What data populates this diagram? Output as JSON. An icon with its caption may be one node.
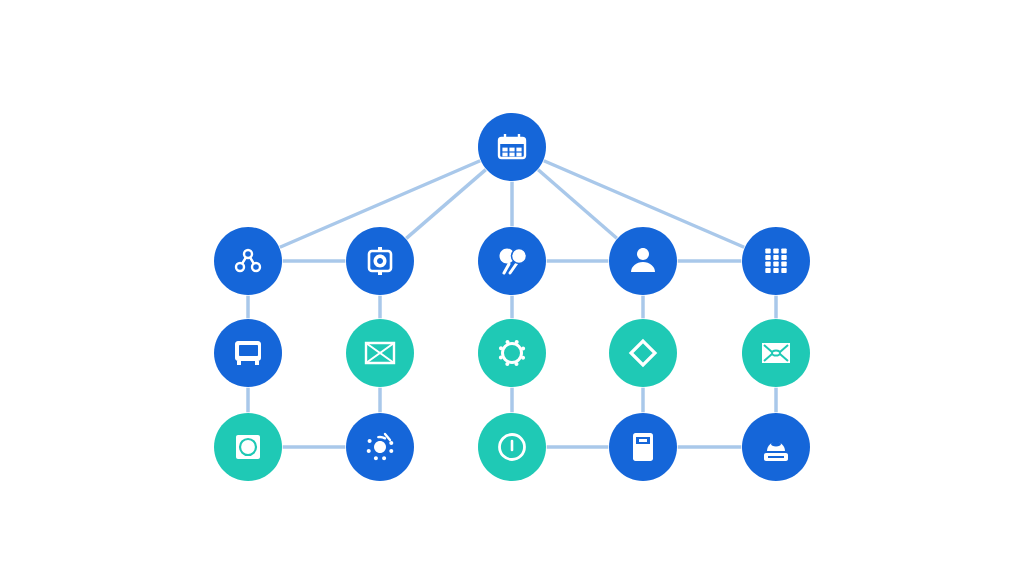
{
  "diagram": {
    "nodes": [
      {
        "text": [],
        "shape": "circle"
      },
      {
        "text": [],
        "shape": "circle"
      },
      {
        "text": [],
        "shape": "circle"
      },
      {
        "text": [],
        "shape": "circle"
      },
      {
        "text": [],
        "shape": "circle"
      },
      {
        "text": [],
        "shape": "circle"
      },
      {
        "text": [],
        "shape": "circle"
      },
      {
        "text": [],
        "shape": "circle"
      },
      {
        "text": [],
        "shape": "circle"
      },
      {
        "text": [],
        "shape": "circle"
      },
      {
        "text": [],
        "shape": "circle"
      },
      {
        "text": [],
        "shape": "circle"
      },
      {
        "text": [],
        "shape": "circle"
      },
      {
        "text": [],
        "shape": "circle"
      },
      {
        "text": [],
        "shape": "circle"
      },
      {
        "text": [],
        "shape": "circle"
      }
    ],
    "edges": [
      {
        "from": 0,
        "to": 1,
        "arrow": "none"
      },
      {
        "from": 0,
        "to": 2,
        "arrow": "none"
      },
      {
        "from": 0,
        "to": 3,
        "arrow": "none"
      },
      {
        "from": 0,
        "to": 4,
        "arrow": "none"
      },
      {
        "from": 0,
        "to": 5,
        "arrow": "none"
      },
      {
        "from": 1,
        "to": 2,
        "arrow": "none"
      },
      {
        "from": 3,
        "to": 4,
        "arrow": "none"
      },
      {
        "from": 4,
        "to": 5,
        "arrow": "none"
      },
      {
        "from": 1,
        "to": 6,
        "arrow": "none"
      },
      {
        "from": 2,
        "to": 7,
        "arrow": "none"
      },
      {
        "from": 3,
        "to": 8,
        "arrow": "none"
      },
      {
        "from": 4,
        "to": 9,
        "arrow": "none"
      },
      {
        "from": 5,
        "to": 10,
        "arrow": "none"
      },
      {
        "from": 6,
        "to": 11,
        "arrow": "none"
      },
      {
        "from": 7,
        "to": 12,
        "arrow": "none"
      },
      {
        "from": 8,
        "to": 13,
        "arrow": "none"
      },
      {
        "from": 9,
        "to": 14,
        "arrow": "none"
      },
      {
        "from": 10,
        "to": 15,
        "arrow": "none"
      },
      {
        "from": 11,
        "to": 12,
        "arrow": "none"
      },
      {
        "from": 13,
        "to": 14,
        "arrow": "none"
      },
      {
        "from": 14,
        "to": 15,
        "arrow": "none"
      }
    ]
  }
}
